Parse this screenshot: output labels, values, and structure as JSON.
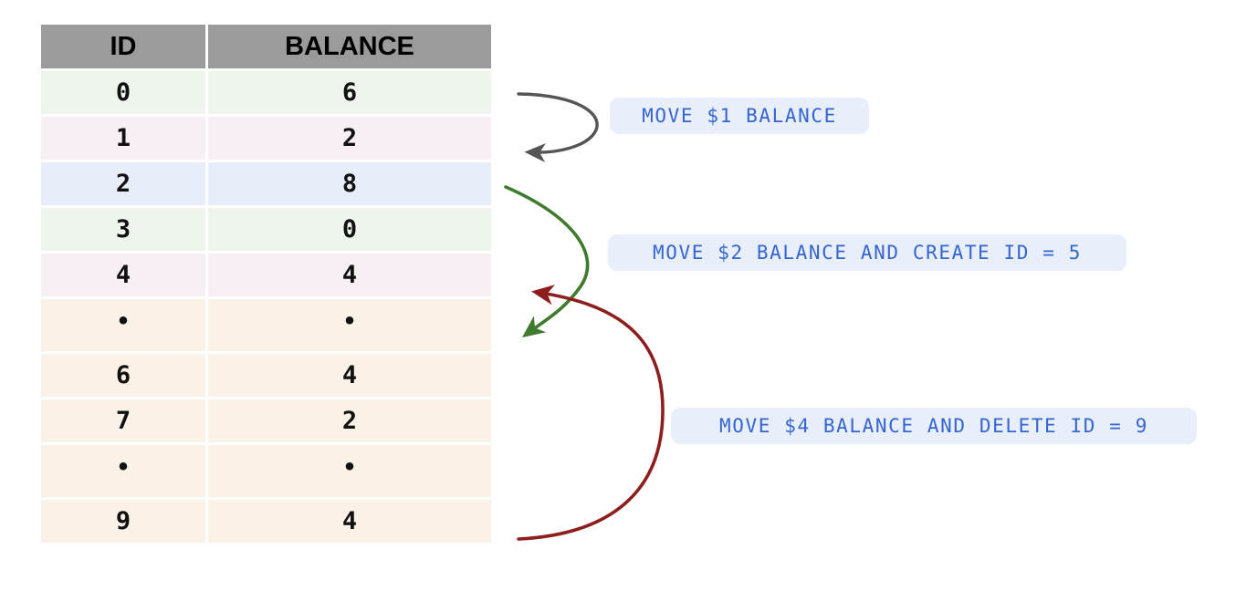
{
  "table": {
    "name": "account-balance-table",
    "columns": [
      "ID",
      "BALANCE"
    ],
    "rows": [
      {
        "id": "0",
        "balance": "6",
        "tint": "green"
      },
      {
        "id": "1",
        "balance": "2",
        "tint": "pink"
      },
      {
        "id": "2",
        "balance": "8",
        "tint": "blue"
      },
      {
        "id": "3",
        "balance": "0",
        "tint": "green"
      },
      {
        "id": "4",
        "balance": "4",
        "tint": "pink"
      },
      {
        "id": "•",
        "balance": "•",
        "tint": "cream"
      },
      {
        "id": "6",
        "balance": "4",
        "tint": "cream"
      },
      {
        "id": "7",
        "balance": "2",
        "tint": "cream"
      },
      {
        "id": "•",
        "balance": "•",
        "tint": "cream"
      },
      {
        "id": "9",
        "balance": "4",
        "tint": "cream"
      }
    ]
  },
  "annotations": [
    {
      "id": "move-1",
      "label": "MOVE $1 BALANCE",
      "arrow_color": "#555555"
    },
    {
      "id": "move-2",
      "label": "MOVE $2 BALANCE AND CREATE ID = 5",
      "arrow_color": "#3f7a2e"
    },
    {
      "id": "move-3",
      "label": "MOVE $4 BALANCE AND DELETE ID = 9",
      "arrow_color": "#8e1e1e"
    }
  ],
  "colors": {
    "header_bg": "#9b9b9b",
    "pill_bg": "#e8eefa",
    "pill_text": "#3566cf",
    "row_green": "#edf5ed",
    "row_pink": "#f7eff4",
    "row_blue": "#e7eef9",
    "row_cream": "#fbf2e7",
    "arrow_gray": "#555555",
    "arrow_green": "#3f7a2e",
    "arrow_red": "#8e1e1e"
  }
}
